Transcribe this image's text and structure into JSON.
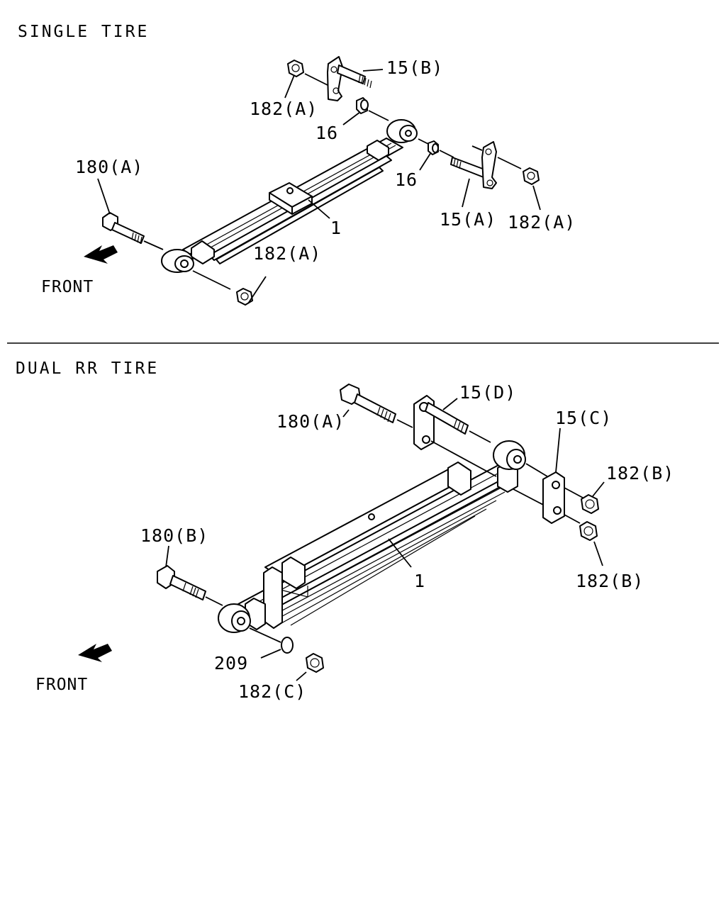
{
  "sections": [
    {
      "title": "SINGLE TIRE",
      "front_label": "FRONT",
      "callouts": [
        "15(B)",
        "182(A)",
        "16",
        "180(A)",
        "16",
        "15(A)",
        "182(A)",
        "1",
        "182(A)"
      ]
    },
    {
      "title": "DUAL RR TIRE",
      "front_label": "FRONT",
      "callouts": [
        "15(D)",
        "180(A)",
        "15(C)",
        "182(B)",
        "180(B)",
        "1",
        "182(B)",
        "209",
        "182(C)"
      ]
    }
  ]
}
